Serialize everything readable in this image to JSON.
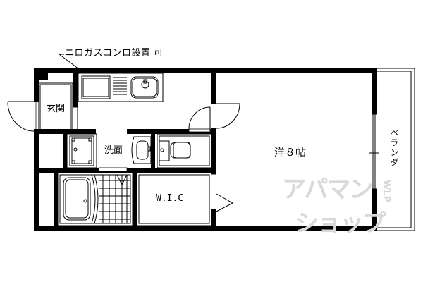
{
  "floorplan": {
    "annotation": "ニロガスコンロ設置 可",
    "rooms": {
      "entrance": "玄関",
      "washroom": "洗面",
      "walk_in_closet": "W.I.C",
      "western_room": "洋８帖",
      "veranda": "ベランダ"
    },
    "watermark": {
      "line1": "アパマン",
      "line2": "ショップ",
      "small": "WLP"
    },
    "colors": {
      "wall": "#000000",
      "background": "#ffffff",
      "watermark": "#d9d9d9"
    }
  }
}
